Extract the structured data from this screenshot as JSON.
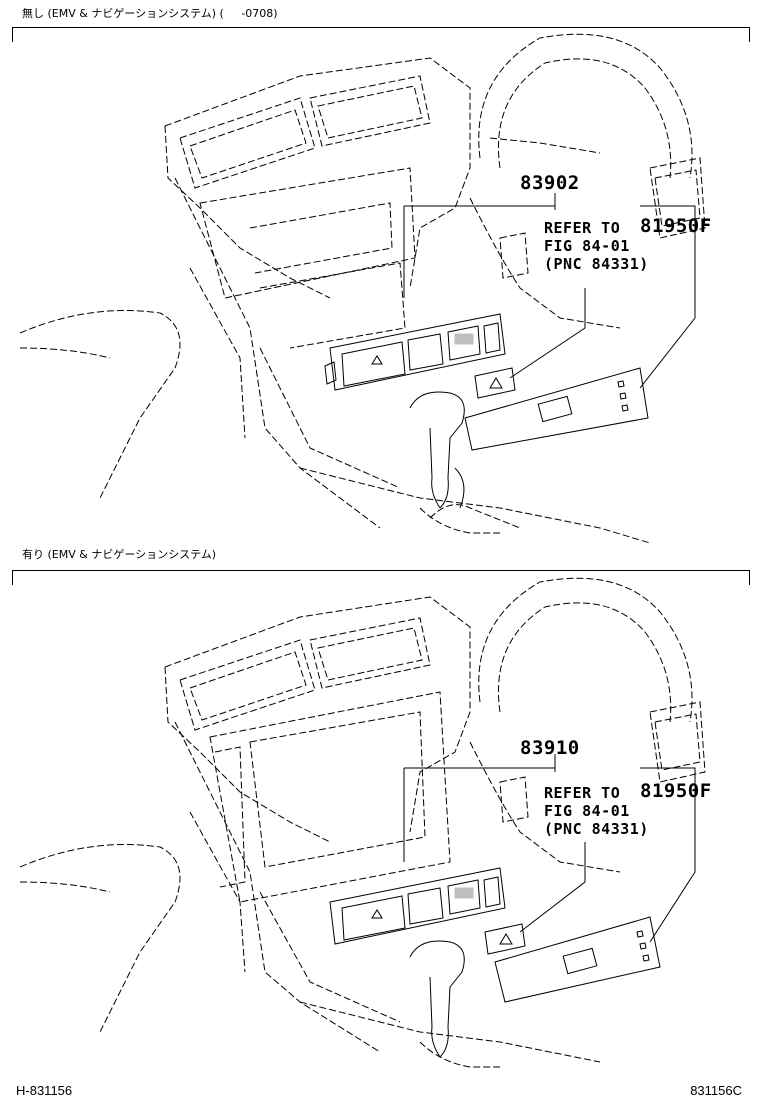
{
  "panels": [
    {
      "caption": "無し (EMV & ナビゲーションシステム) (     -0708)",
      "part_main": "83902",
      "part_side": "81950F",
      "refer": [
        "REFER TO",
        "FIG 84-01",
        "(PNC 84331)"
      ]
    },
    {
      "caption": "有り (EMV & ナビゲーションシステム)",
      "part_main": "83910",
      "part_side": "81950F",
      "refer": [
        "REFER TO",
        "FIG 84-01",
        "(PNC 84331)"
      ]
    }
  ],
  "footer": {
    "left": "H-831156",
    "right": "831156C"
  }
}
